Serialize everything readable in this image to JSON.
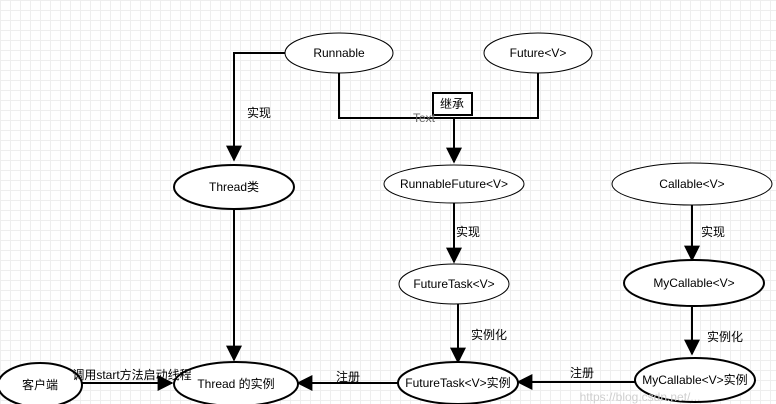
{
  "nodes": {
    "runnable": "Runnable",
    "future": "Future<V>",
    "thread_class": "Thread类",
    "runnable_future": "RunnableFuture<V>",
    "callable": "Callable<V>",
    "future_task": "FutureTask<V>",
    "my_callable": "MyCallable<V>",
    "client": "客户端",
    "thread_instance": "Thread 的实例",
    "future_task_instance": "FutureTask<V>实例",
    "my_callable_instance": "MyCallable<V>实例"
  },
  "labels": {
    "implements_1": "实现",
    "inherits": "继承",
    "text_placeholder": "Text",
    "implements_2": "实现",
    "implements_3": "实现",
    "instantiate_1": "实例化",
    "instantiate_2": "实例化",
    "register_1": "注册",
    "register_2": "注册",
    "call_start": "调用start方法启动线程"
  },
  "watermark": "https://blog.csdn.net/...",
  "colors": {
    "line": "#000000",
    "node_fill": "#ffffff",
    "grid": "#eeeeee"
  }
}
